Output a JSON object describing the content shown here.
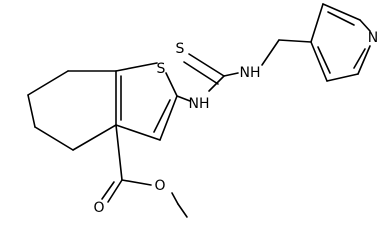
{
  "molecule": {
    "atoms": {
      "thiophene_sulfur": "S",
      "thiourea_sulfur": "S",
      "amine_nh_left": "NH",
      "amine_nh_right": "NH",
      "pyridine_nitrogen": "N",
      "carbonyl_oxygen": "O",
      "ester_oxygen": "O"
    }
  }
}
